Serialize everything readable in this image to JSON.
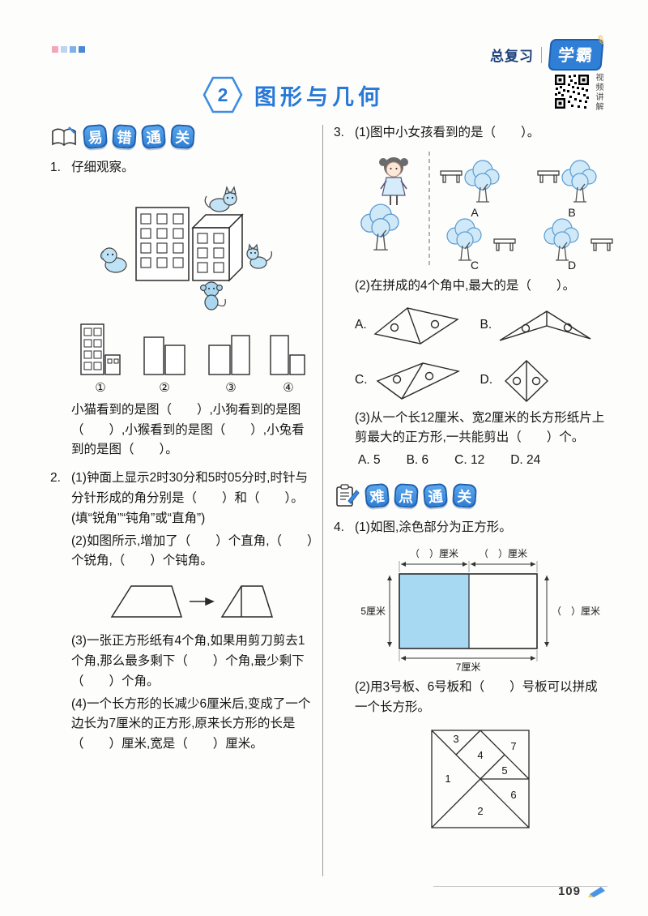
{
  "header": {
    "review_label": "总复习",
    "brand": "学霸",
    "video_caption": "视频讲解",
    "chapter_number": "2",
    "chapter_title": "图形与几何"
  },
  "sections": {
    "easy": {
      "chars": [
        "易",
        "错",
        "通",
        "关"
      ]
    },
    "hard": {
      "chars": [
        "难",
        "点",
        "通",
        "关"
      ]
    }
  },
  "q1": {
    "number": "1.",
    "prompt": "仔细观察。",
    "view_labels": [
      "①",
      "②",
      "③",
      "④"
    ],
    "answer": "小猫看到的是图（　　）,小狗看到的是图（　　）,小猴看到的是图（　　）,小兔看到的是图（　　）。"
  },
  "q2": {
    "number": "2.",
    "part1": "(1)钟面上显示2时30分和5时05分时,时针与分针形成的角分别是（　　）和（　　）。(填“锐角”“钝角”或“直角”)",
    "part2": "(2)如图所示,增加了（　　）个直角,（　　）个锐角,（　　）个钝角。",
    "part3": "(3)一张正方形纸有4个角,如果用剪刀剪去1个角,那么最多剩下（　　）个角,最少剩下（　　）个角。",
    "part4": "(4)一个长方形的长减少6厘米后,变成了一个边长为7厘米的正方形,原来长方形的长是（　　）厘米,宽是（　　）厘米。"
  },
  "q3": {
    "number": "3.",
    "part1": "(1)图中小女孩看到的是（　　）。",
    "scene_labels": [
      "A",
      "B",
      "C",
      "D"
    ],
    "part2": "(2)在拼成的4个角中,最大的是（　　）。",
    "shape_labels": [
      "A.",
      "B.",
      "C.",
      "D."
    ],
    "part3": "(3)从一个长12厘米、宽2厘米的长方形纸片上剪最大的正方形,一共能剪出（　　）个。",
    "choices": [
      "A. 5",
      "B. 6",
      "C. 12",
      "D. 24"
    ]
  },
  "q4": {
    "number": "4.",
    "part1": "(1)如图,涂色部分为正方形。",
    "dim_top_left": "（　）厘米",
    "dim_top_right": "（　）厘米",
    "dim_left": "5厘米",
    "dim_right": "（　）厘米",
    "dim_bottom": "7厘米",
    "part2": "(2)用3号板、6号板和（　　）号板可以拼成一个长方形。",
    "tangram_numbers": [
      "1",
      "2",
      "3",
      "4",
      "5",
      "6",
      "7"
    ]
  },
  "footer": {
    "page_number": "109"
  },
  "icons": {
    "pencil": "✎"
  },
  "colors": {
    "accent_blue": "#2878d8",
    "badge_blue": "#2f7fd6",
    "shade_blue": "#a8d9f2",
    "animal_blue": "#bfe3f6"
  }
}
